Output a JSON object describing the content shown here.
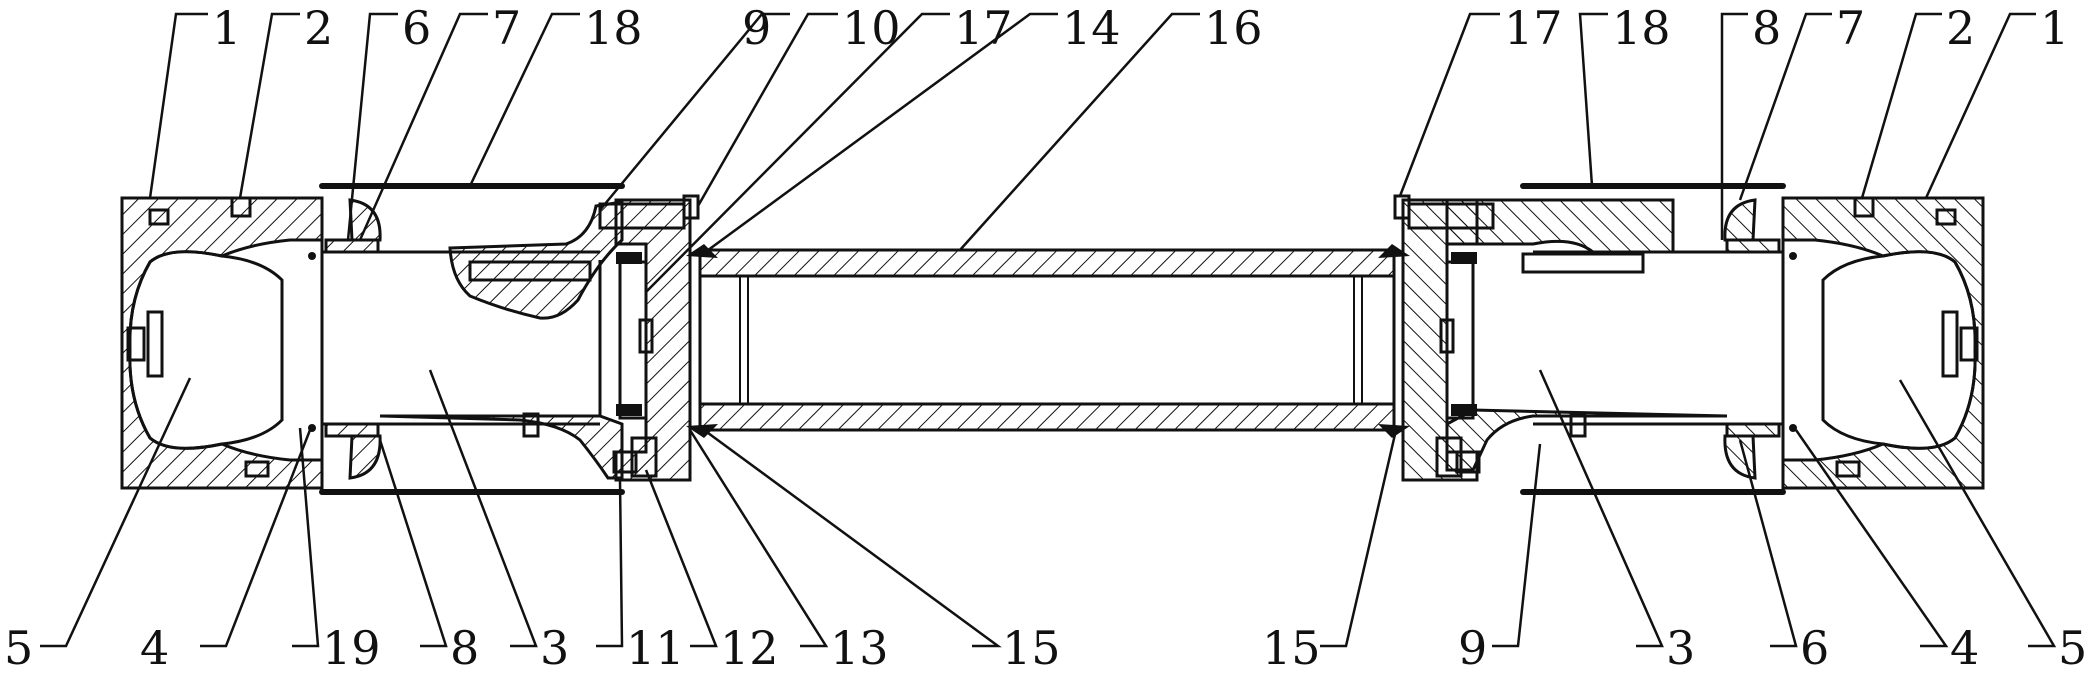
{
  "callouts_top_left": [
    "1",
    "2",
    "6",
    "7",
    "18",
    "9",
    "10",
    "17",
    "14",
    "16"
  ],
  "callouts_top_right": [
    "17",
    "18",
    "8",
    "7",
    "2",
    "1"
  ],
  "callouts_bottom_left": [
    "5",
    "4",
    "19",
    "8",
    "3",
    "11",
    "12",
    "13",
    "15"
  ],
  "callouts_bottom_right": [
    "15",
    "9",
    "3",
    "6",
    "4",
    "5"
  ],
  "colors": {
    "line": "#111111",
    "background": "#ffffff"
  }
}
